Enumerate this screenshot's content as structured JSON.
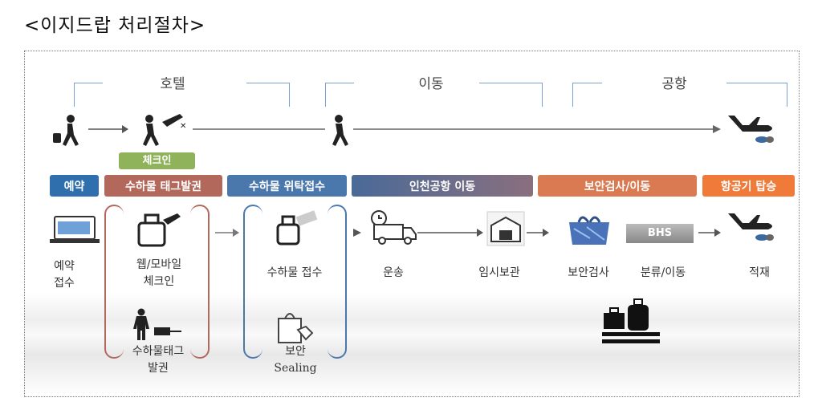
{
  "title": "<이지드랍 처리절차>",
  "phases": [
    "호텔",
    "이동",
    "공항"
  ],
  "checkin_badge": "체크인",
  "steps": [
    "예약",
    "수하물 태그발권",
    "수하물 위탁접수",
    "인천공항 이동",
    "보안검사/이동",
    "항공기 탑승"
  ],
  "colors": {
    "reserve": "#2f6fae",
    "tag": "#b2685a",
    "consign": "#4a78ad",
    "move_from": "#4a6a98",
    "move_to": "#8a6f7e",
    "security": "#d97a52",
    "boarding": "#f07a3a",
    "checkin": "#8fb35a"
  },
  "items": {
    "reserve": [
      "예약",
      "접수"
    ],
    "webcheckin": [
      "웹/모바일",
      "체크인"
    ],
    "tagissue": [
      "수하물태그",
      "발권"
    ],
    "receive": "수하물 접수",
    "sealing": [
      "보안",
      "Sealing"
    ],
    "transport": "운송",
    "storage": "임시보관",
    "screening": "보안검사",
    "sorting": "분류/이동",
    "bhs": "BHS",
    "loading": "적재"
  }
}
